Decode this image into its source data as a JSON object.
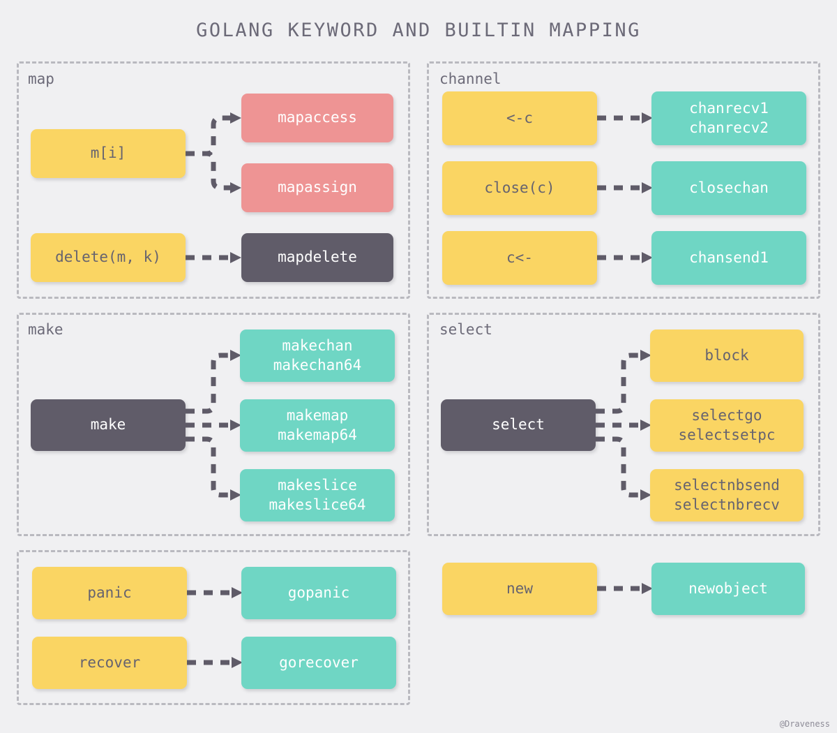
{
  "title": "GOLANG KEYWORD AND BUILTIN MAPPING",
  "watermark": "@Draveness",
  "colors": {
    "background": "#f0f0f2",
    "yellow": "#fad563",
    "teal": "#6fd6c4",
    "salmon": "#ee9494",
    "dark": "#605c69",
    "text_dark": "#66636f",
    "text_light": "#ffffff",
    "group_border": "#b9b9bf",
    "connector": "#5f5b68",
    "title_color": "#6c6a78"
  },
  "groups": [
    {
      "name": "map",
      "label": "map"
    },
    {
      "name": "channel",
      "label": "channel"
    },
    {
      "name": "make",
      "label": "make"
    },
    {
      "name": "select",
      "label": "select"
    },
    {
      "name": "panic",
      "label": ""
    }
  ],
  "nodes": {
    "m_index": {
      "label": "m[i]",
      "color": "yellow"
    },
    "mapaccess": {
      "label": "mapaccess",
      "color": "salmon"
    },
    "mapassign": {
      "label": "mapassign",
      "color": "salmon"
    },
    "delete": {
      "label": "delete(m, k)",
      "color": "yellow"
    },
    "mapdelete": {
      "label": "mapdelete",
      "color": "dark"
    },
    "recv_c": {
      "label": "<-c",
      "color": "yellow"
    },
    "chanrecv": {
      "line1": "chanrecv1",
      "line2": "chanrecv2",
      "color": "teal"
    },
    "close_c": {
      "label": "close(c)",
      "color": "yellow"
    },
    "closechan": {
      "label": "closechan",
      "color": "teal"
    },
    "c_send": {
      "label": "c<-",
      "color": "yellow"
    },
    "chansend1": {
      "label": "chansend1",
      "color": "teal"
    },
    "make": {
      "label": "make",
      "color": "dark"
    },
    "makechan": {
      "line1": "makechan",
      "line2": "makechan64",
      "color": "teal"
    },
    "makemap": {
      "line1": "makemap",
      "line2": "makemap64",
      "color": "teal"
    },
    "makeslice": {
      "line1": "makeslice",
      "line2": "makeslice64",
      "color": "teal"
    },
    "select": {
      "label": "select",
      "color": "dark"
    },
    "block": {
      "label": "block",
      "color": "yellow"
    },
    "selectgo": {
      "line1": "selectgo",
      "line2": "selectsetpc",
      "color": "yellow"
    },
    "selectnb": {
      "line1": "selectnbsend",
      "line2": "selectnbrecv",
      "color": "yellow"
    },
    "panic": {
      "label": "panic",
      "color": "yellow"
    },
    "gopanic": {
      "label": "gopanic",
      "color": "teal"
    },
    "recover": {
      "label": "recover",
      "color": "yellow"
    },
    "gorecover": {
      "label": "gorecover",
      "color": "teal"
    },
    "new": {
      "label": "new",
      "color": "yellow"
    },
    "newobject": {
      "label": "newobject",
      "color": "teal"
    }
  },
  "edges": [
    {
      "from": "m_index",
      "to": "mapaccess"
    },
    {
      "from": "m_index",
      "to": "mapassign"
    },
    {
      "from": "delete",
      "to": "mapdelete"
    },
    {
      "from": "recv_c",
      "to": "chanrecv"
    },
    {
      "from": "close_c",
      "to": "closechan"
    },
    {
      "from": "c_send",
      "to": "chansend1"
    },
    {
      "from": "make",
      "to": "makechan"
    },
    {
      "from": "make",
      "to": "makemap"
    },
    {
      "from": "make",
      "to": "makeslice"
    },
    {
      "from": "select",
      "to": "block"
    },
    {
      "from": "select",
      "to": "selectgo"
    },
    {
      "from": "select",
      "to": "selectnb"
    },
    {
      "from": "panic",
      "to": "gopanic"
    },
    {
      "from": "recover",
      "to": "gorecover"
    },
    {
      "from": "new",
      "to": "newobject"
    }
  ]
}
